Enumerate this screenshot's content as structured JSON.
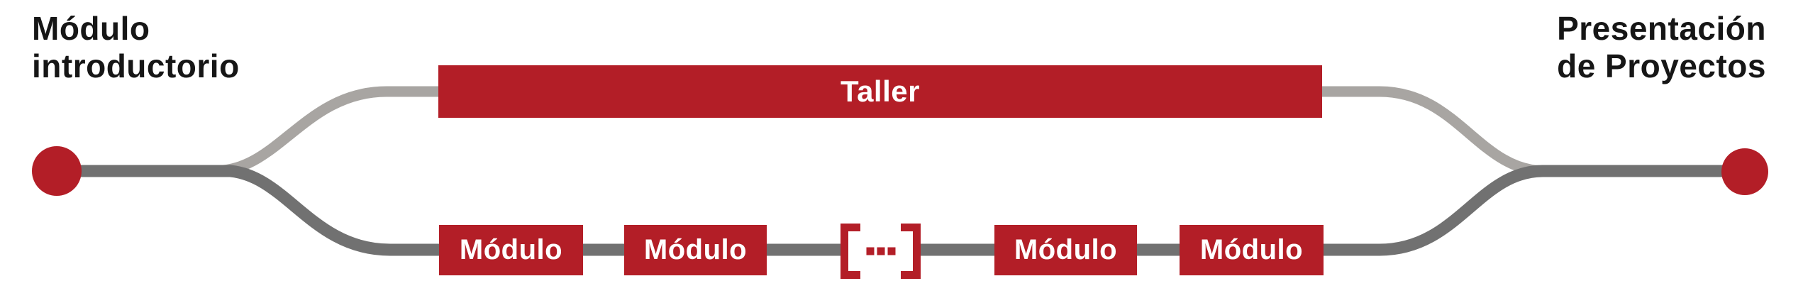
{
  "diagram": {
    "title_implicit": "learning-path-diagram",
    "start_node": {
      "line1": "Módulo",
      "line2": "introductorio"
    },
    "end_node": {
      "line1": "Presentación",
      "line2": "de Proyectos"
    },
    "upper_track": {
      "workshop_label": "Taller"
    },
    "lower_track": {
      "modules": [
        {
          "label": "Módulo"
        },
        {
          "label": "Módulo"
        },
        {
          "label": "Módulo"
        },
        {
          "label": "Módulo"
        }
      ],
      "ellipsis_icon": "bracketed-ellipsis"
    },
    "colors": {
      "accent_red": "#b31e27",
      "rail_dark_gray": "#717171",
      "rail_light_gray": "#a8a5a2",
      "label_text": "#161616",
      "node_text": "#ffffff"
    }
  }
}
